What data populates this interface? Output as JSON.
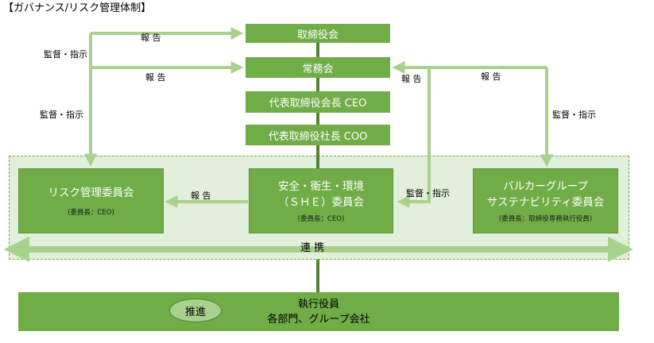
{
  "title": "【ガバナンス/リスク管理体制】",
  "boxes": {
    "board": "取締役会",
    "executive_committee": "常務会",
    "ceo": "代表取締役会長 CEO",
    "coo": "代表取締役社長 COO",
    "risk_committee": {
      "name": "リスク管理委員会",
      "chair": "(委員長：CEO)"
    },
    "she_committee": {
      "name_line1": "安全・衛生・環境",
      "name_line2": "（ＳＨＥ）委員会",
      "chair": "(委員長：CEO)"
    },
    "sustainability_committee": {
      "name_line1": "バルカーグループ",
      "name_line2": "サステナビリティ委員会",
      "chair": "(委員長：取締役専務執行役員)"
    },
    "bottom": {
      "line1": "執行役員",
      "line2": "各部門、グループ会社"
    },
    "promote": "推進"
  },
  "labels": {
    "report_1": "報 告",
    "report_2": "報 告",
    "report_3": "報 告",
    "report_4": "報 告",
    "report_5": "報 告",
    "supervise_1": "監督・指示",
    "supervise_2": "監督・指示",
    "supervise_3": "監督・指示",
    "supervise_4": "監督・指示",
    "collaboration": "連 携"
  },
  "colors": {
    "box_fill": "#70AD47",
    "arrow": "#A9D18E",
    "region_fill": "#E2EFDA",
    "connector": "#548235"
  }
}
